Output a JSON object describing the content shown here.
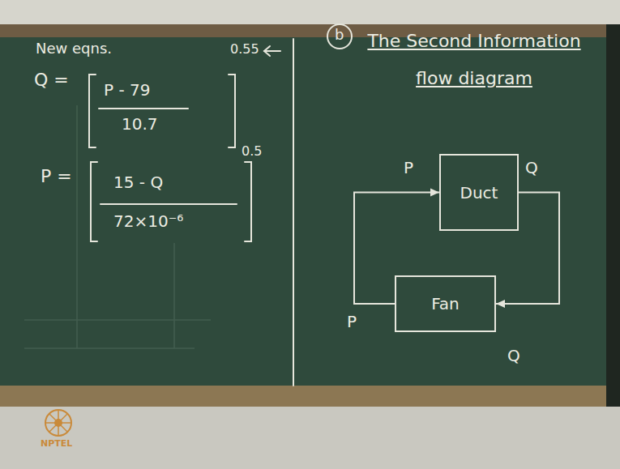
{
  "diagram": {
    "title": "The Second Information flow diagram",
    "nodes": [
      {
        "text": [
          "Duct"
        ]
      },
      {
        "text": [
          "Fan"
        ]
      }
    ],
    "edges": [
      {
        "from": 0,
        "to": 1,
        "arrow": "to",
        "label": "Q"
      },
      {
        "from": 1,
        "to": 0,
        "arrow": "to",
        "label": "P"
      }
    ],
    "labels": [
      "New eqns.",
      "0.55",
      "Q =",
      "P - 79",
      "10.7",
      "0.5",
      "P =",
      "15 - Q",
      "72×10⁻⁶",
      "b",
      "Q",
      "P",
      "NPTEL"
    ]
  }
}
